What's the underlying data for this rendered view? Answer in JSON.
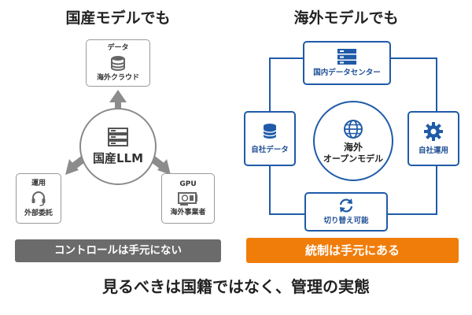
{
  "left": {
    "title": "国産モデルでも",
    "center": "国産LLM",
    "data_box": {
      "line1": "データ",
      "line2": "海外クラウド"
    },
    "ops_box": {
      "line1": "運用",
      "line2": "外部委託"
    },
    "gpu_box": {
      "line1": "GPU",
      "line2": "海外事業者"
    },
    "banner": "コントロールは手元にない",
    "banner_color": "#6b6b6b"
  },
  "right": {
    "title": "海外モデルでも",
    "center_line1": "海外",
    "center_line2": "オープンモデル",
    "dc_box": "国内データセンター",
    "data_box": "自社データ",
    "ops_box": "自社運用",
    "switch_box": "切り替え可能",
    "banner": "統制は手元にある",
    "banner_color": "#f07d0a",
    "accent": "#1f5ba8"
  },
  "footer": "見るべきは国籍ではなく、管理の実態"
}
